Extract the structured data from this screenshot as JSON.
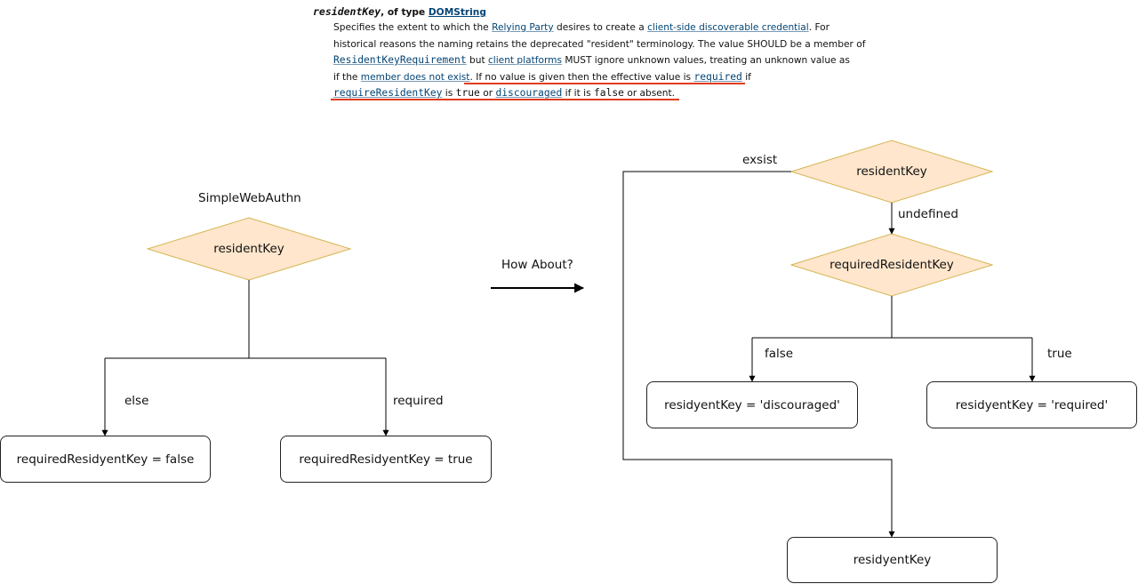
{
  "spec": {
    "term": "residentKey",
    "type_prefix": ", of type ",
    "type_link": "DOMString",
    "line1": {
      "t1": "Specifies the extent to which the ",
      "l1": "Relying Party",
      "t2": " desires to create a ",
      "l2": "client-side discoverable credential",
      "t3": ". For"
    },
    "line2": {
      "t1": "historical reasons the naming retains the deprecated \"resident\" terminology. The value SHOULD be a member of"
    },
    "line3": {
      "c1": "ResidentKeyRequirement",
      "t1": " but ",
      "l1": "client platforms",
      "t2": " MUST ignore unknown values, treating an unknown value as"
    },
    "line4": {
      "t1": "if the ",
      "l1": "member does not exist",
      "t2": ". If no value is given then the effective value is ",
      "c1": "required",
      "t3": " if"
    },
    "line5": {
      "c1": "requireResidentKey",
      "t1": " is ",
      "c2": "true",
      "t2": " or ",
      "c3": "discouraged",
      "t3": " if it is ",
      "c4": "false",
      "t4": " or absent."
    }
  },
  "left_flow": {
    "title": "SimpleWebAuthn",
    "decision": "residentKey",
    "branch_else": "else",
    "branch_required": "required",
    "result_false": "requiredResidyentKey = false",
    "result_true": "requiredResidyentKey = true"
  },
  "transition": {
    "label": "How About?"
  },
  "right_flow": {
    "decision_top": "residentKey",
    "edge_exists": "exsist",
    "edge_undefined": "undefined",
    "decision_mid": "requiredResidentKey",
    "edge_false": "false",
    "edge_true": "true",
    "result_discouraged": "residyentKey = 'discouraged'",
    "result_required": "residyentKey = 'required'",
    "result_residentkey": "residyentKey"
  },
  "colors": {
    "diamond_fill": "#ffe6cc",
    "diamond_stroke": "#d6b656",
    "link": "#034575",
    "highlight_underline": "#e03c1e"
  }
}
